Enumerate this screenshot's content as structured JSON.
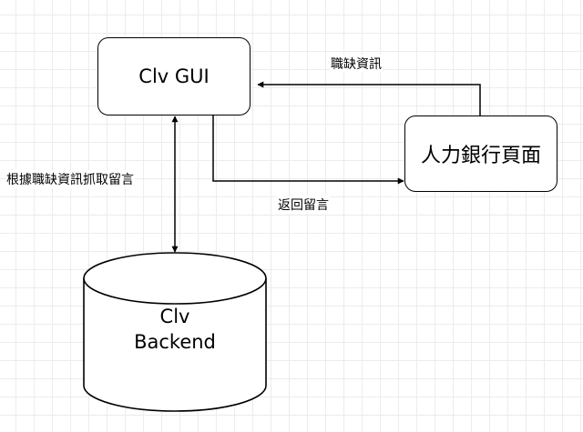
{
  "nodes": {
    "gui": {
      "label": "Clv GUI"
    },
    "bank": {
      "label": "人力銀行頁面"
    },
    "backend": {
      "line1": "Clv",
      "line2": "Backend"
    }
  },
  "edges": {
    "bank_to_gui": {
      "label": "職缺資訊"
    },
    "gui_to_bank": {
      "label": "返回留言"
    },
    "gui_backend": {
      "label": "根據職缺資訊抓取留言"
    }
  },
  "colors": {
    "stroke": "#000000",
    "grid": "#ececec",
    "background": "#ffffff"
  }
}
